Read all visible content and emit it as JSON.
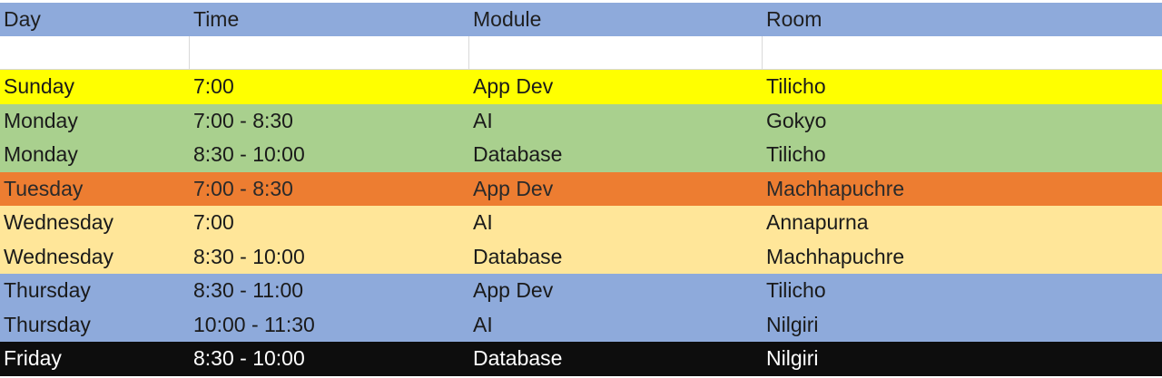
{
  "table": {
    "headers": [
      "Day",
      "Time",
      "Module",
      "Room"
    ],
    "rows": [
      {
        "day": "Sunday",
        "time": "7:00",
        "module": "App Dev",
        "room": "Tilicho",
        "fill": "#ffff00",
        "text_color": "#1a1a1a"
      },
      {
        "day": "Monday",
        "time": "7:00 - 8:30",
        "module": "AI",
        "room": "Gokyo",
        "fill": "#a9d08e",
        "text_color": "#1a1a1a"
      },
      {
        "day": "Monday",
        "time": "8:30 - 10:00",
        "module": "Database",
        "room": "Tilicho",
        "fill": "#a9d08e",
        "text_color": "#1a1a1a"
      },
      {
        "day": "Tuesday",
        "time": "7:00 - 8:30",
        "module": "App Dev",
        "room": "Machhapuchre",
        "fill": "#ed7d31",
        "text_color": "#2a2a2a"
      },
      {
        "day": "Wednesday",
        "time": "7:00",
        "module": "AI",
        "room": "Annapurna",
        "fill": "#ffe699",
        "text_color": "#1a1a1a"
      },
      {
        "day": "Wednesday",
        "time": "8:30 - 10:00",
        "module": "Database",
        "room": "Machhapuchre",
        "fill": "#ffe699",
        "text_color": "#1a1a1a"
      },
      {
        "day": "Thursday",
        "time": "8:30 - 11:00",
        "module": "App Dev",
        "room": "Tilicho",
        "fill": "#8eaadb",
        "text_color": "#1a1a1a"
      },
      {
        "day": "Thursday",
        "time": "10:00 - 11:30",
        "module": "AI",
        "room": "Nilgiri",
        "fill": "#8eaadb",
        "text_color": "#1a1a1a"
      },
      {
        "day": "Friday",
        "time": "8:30 - 10:00",
        "module": "Database",
        "room": "Nilgiri",
        "fill": "#0d0d0d",
        "text_color": "#ffffff"
      }
    ]
  },
  "colors": {
    "header_fill": "#8eaadb"
  }
}
